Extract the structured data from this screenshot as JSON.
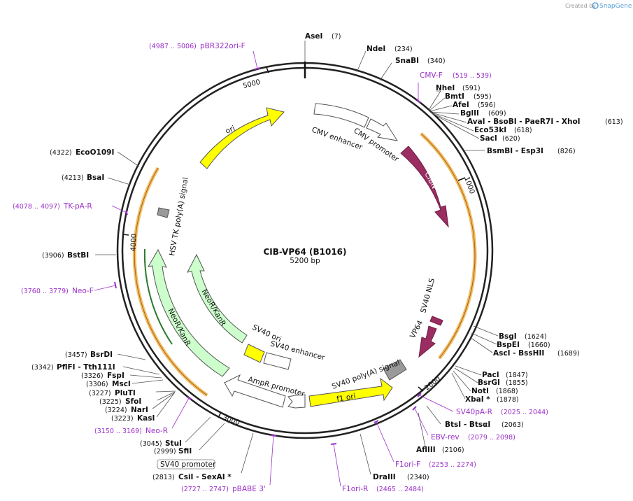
{
  "header": {
    "created_by": "Created by",
    "brand": "SnapGene"
  },
  "plasmid": {
    "name": "CIB-VP64 (B1016)",
    "length": "5200 bp"
  },
  "ticks": [
    "1000",
    "2000",
    "3000",
    "4000",
    "5000"
  ],
  "enzymes": {
    "asei": {
      "name": "AseI",
      "pos": "(7)"
    },
    "ndei": {
      "name": "NdeI",
      "pos": "(234)"
    },
    "snabi": {
      "name": "SnaBI",
      "pos": "(340)"
    },
    "nhei": {
      "name": "NheI",
      "pos": "(591)"
    },
    "bmti": {
      "name": "BmtI",
      "pos": "(595)"
    },
    "afei": {
      "name": "AfeI",
      "pos": "(596)"
    },
    "bglii": {
      "name": "BglII",
      "pos": "(609)"
    },
    "avai_group": {
      "name": "AvaI   - BsoBI   - PaeR7I   - XhoI",
      "pos": "(613)"
    },
    "eco53ki": {
      "name": "Eco53kI",
      "pos": "(618)"
    },
    "saci": {
      "name": "SacI",
      "pos": "(620)"
    },
    "bsmbi": {
      "name": "BsmBI   - Esp3I",
      "pos": "(826)"
    },
    "bsgi": {
      "name": "BsgI",
      "pos": "(1624)"
    },
    "bspei": {
      "name": "BspEI",
      "pos": "(1660)"
    },
    "asci": {
      "name": "AscI   - BssHII",
      "pos": "(1689)"
    },
    "paci": {
      "name": "PacI",
      "pos": "(1847)"
    },
    "bsrgi": {
      "name": "BsrGI",
      "pos": "(1855)"
    },
    "noti": {
      "name": "NotI",
      "pos": "(1868)"
    },
    "xbai": {
      "name": "XbaI  *",
      "pos": "(1878)"
    },
    "btsi": {
      "name": "BtsI   - BtsαI",
      "pos": "(2063)"
    },
    "afliii": {
      "name": "AflIII",
      "pos": "(2106)"
    },
    "draiii": {
      "name": "DraIII",
      "pos": "(2340)"
    },
    "csii": {
      "name": "CsiI   - SexAI  *",
      "pos": "(2813)"
    },
    "sfii": {
      "name": "SfiI",
      "pos": "(2999)"
    },
    "stui": {
      "name": "StuI",
      "pos": "(3045)"
    },
    "kasi": {
      "name": "KasI",
      "pos": "(3223)"
    },
    "nari": {
      "name": "NarI",
      "pos": "(3224)"
    },
    "sfoi": {
      "name": "SfoI",
      "pos": "(3225)"
    },
    "pluti": {
      "name": "PluTI",
      "pos": "(3227)"
    },
    "msci": {
      "name": "MscI",
      "pos": "(3306)"
    },
    "fspi": {
      "name": "FspI",
      "pos": "(3326)"
    },
    "pflfi": {
      "name": "PflFI   - Tth111I",
      "pos": "(3342)"
    },
    "bsrdi": {
      "name": "BsrDI",
      "pos": "(3457)"
    },
    "bstbi": {
      "name": "BstBI",
      "pos": "(3906)"
    },
    "bsai": {
      "name": "BsaI",
      "pos": "(4213)"
    },
    "eco0109i": {
      "name": "EcoO109I",
      "pos": "(4322)"
    }
  },
  "primers": {
    "pbr322ori_f": {
      "name": "pBR322ori-F",
      "pos": "(4987 .. 5006)"
    },
    "cmv_f": {
      "name": "CMV-F",
      "pos": "(519 .. 539)"
    },
    "tk_pa_r": {
      "name": "TK-pA-R",
      "pos": "(4078 .. 4097)"
    },
    "neo_f": {
      "name": "Neo-F",
      "pos": "(3760 .. 3779)"
    },
    "neo_r": {
      "name": "Neo-R",
      "pos": "(3150 .. 3169)"
    },
    "sv40pa_r": {
      "name": "SV40pA-R",
      "pos": "(2025 .. 2044)"
    },
    "ebv_rev": {
      "name": "EBV-rev",
      "pos": "(2079 .. 2098)"
    },
    "f1ori_f": {
      "name": "F1ori-F",
      "pos": "(2253 .. 2274)"
    },
    "f1ori_r": {
      "name": "F1ori-R",
      "pos": "(2465 .. 2484)"
    },
    "pbabe3": {
      "name": "pBABE 3'",
      "pos": "(2727 .. 2747)"
    }
  },
  "features": {
    "cmv_enhancer": "CMV enhancer",
    "cmv_promoter": "CMV promoter",
    "cibn": "CIBN",
    "sv40_nls": "SV40 NLS",
    "vp64": "VP64",
    "sv40_polya": "SV40 poly(A) signal",
    "f1_ori": "f1 ori",
    "ampr_promoter": "AmpR promoter",
    "sv40_ori": "SV40 ori",
    "sv40_enhancer": "SV40 enhancer",
    "neor_inner": "NeoR/KanR",
    "neor_outer": "NeoR/KanR",
    "hsv_tk": "HSV TK poly(A) signal",
    "ori": "ori",
    "sv40_promoter_box": "SV40 promoter"
  },
  "colors": {
    "cibn": "#9b2d62",
    "vp64": "#9b2d62",
    "ori": "#ffff00",
    "neor": "#ccffcc",
    "primer": "#9b30c8",
    "orf_outline": "#f0b040"
  }
}
